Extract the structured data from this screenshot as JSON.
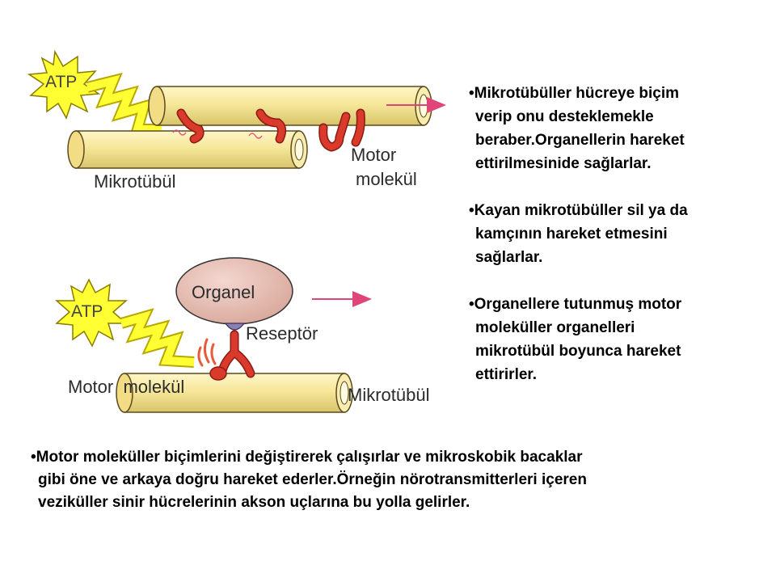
{
  "diagram_top": {
    "atp_label": "ATP",
    "motor_label_line1": "Motor",
    "motor_label_line2": "molekül",
    "microtubule_label": "Mikrotübül"
  },
  "diagram_bottom": {
    "atp_label": "ATP",
    "organelle_label": "Organel",
    "receptor_label": "Reseptör",
    "motor_label": "Motor  molekül",
    "microtubule_label": "Mikrotübül"
  },
  "bullets": [
    {
      "lines": [
        "•Mikrotübüller hücreye biçim",
        "verip onu desteklemekle",
        "beraber.Organellerin hareket",
        "ettirilmesinide sağlarlar."
      ]
    },
    {
      "lines": [
        "•Kayan mikrotübüller sil ya da",
        "kamçının hareket etmesini",
        "sağlarlar."
      ]
    },
    {
      "lines": [
        "•Organellere tutunmuş motor",
        "moleküller organelleri",
        "mikrotübül boyunca hareket",
        "ettirirler."
      ]
    }
  ],
  "bottom_paragraph": {
    "lines": [
      "•Motor moleküller biçimlerini değiştirerek çalışırlar ve mikroskobik bacaklar",
      "gibi öne ve arkaya doğru hareket ederler.Örneğin nörotransmitterleri içeren",
      "veziküller sinir hücrelerinin akson uçlarına bu yolla gelirler."
    ]
  },
  "colors": {
    "tube": "#f6e79a",
    "tube_edge": "#5b4a1e",
    "motor": "#d93a2b",
    "arrow": "#e0457a",
    "burst": "#ffff33",
    "organelle": "#e7bfb6",
    "receptor": "#8e7fb3"
  }
}
